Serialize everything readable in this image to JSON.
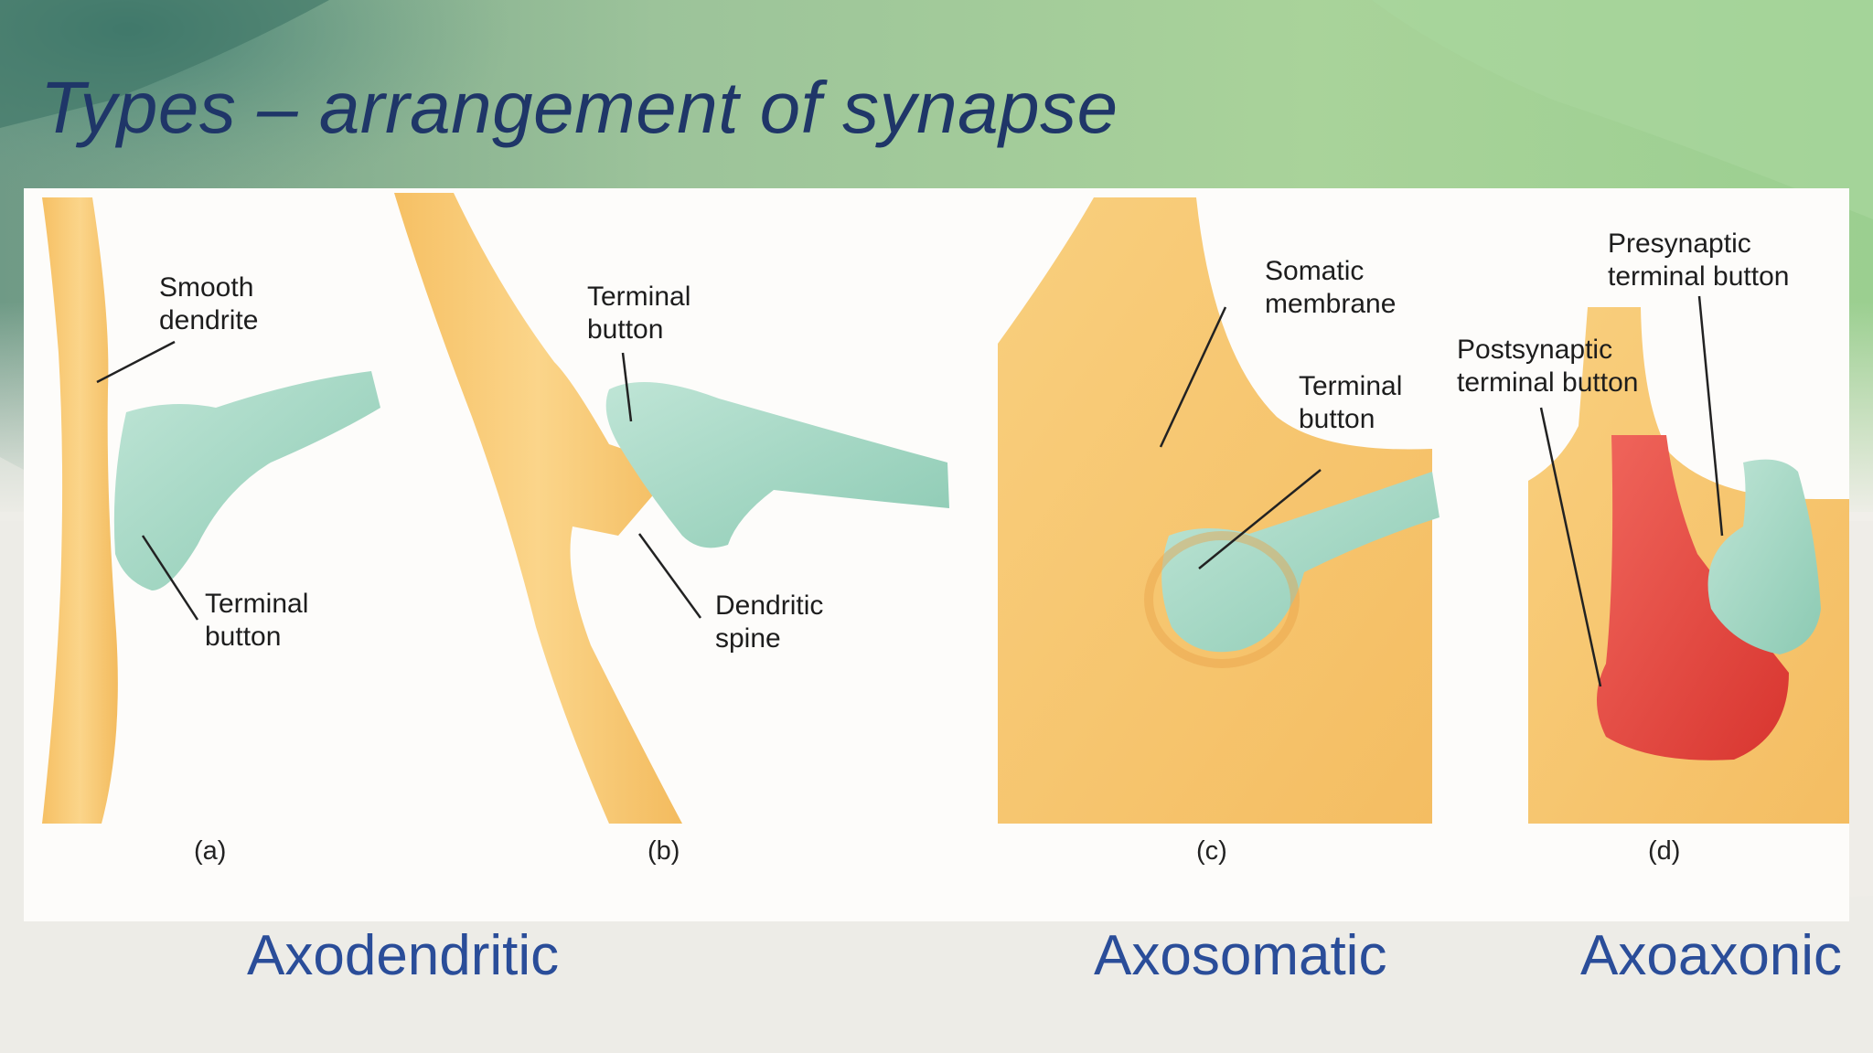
{
  "slide": {
    "title": "Types – arrangement of synapse"
  },
  "figure": {
    "panels": [
      {
        "letter": "(a)",
        "labels": [
          "Smooth",
          "dendrite",
          "Terminal",
          "button"
        ]
      },
      {
        "letter": "(b)",
        "labels": [
          "Terminal",
          "button",
          "Dendritic",
          "spine"
        ]
      },
      {
        "letter": "(c)",
        "labels": [
          "Somatic",
          "membrane",
          "Terminal",
          "button"
        ]
      },
      {
        "letter": "(d)",
        "labels": [
          "Presynaptic",
          "terminal button",
          "Postsynaptic",
          "terminal button"
        ]
      }
    ]
  },
  "captions": {
    "axodendritic": "Axodendritic",
    "axosomatic": "Axosomatic",
    "axoaxonic": "Axoaxonic"
  },
  "colors": {
    "title": "#1f3668",
    "caption": "#2a4d99",
    "neuron": "#f7c46c",
    "terminal": "#9fd6c2",
    "postsynaptic": "#e2463f"
  }
}
